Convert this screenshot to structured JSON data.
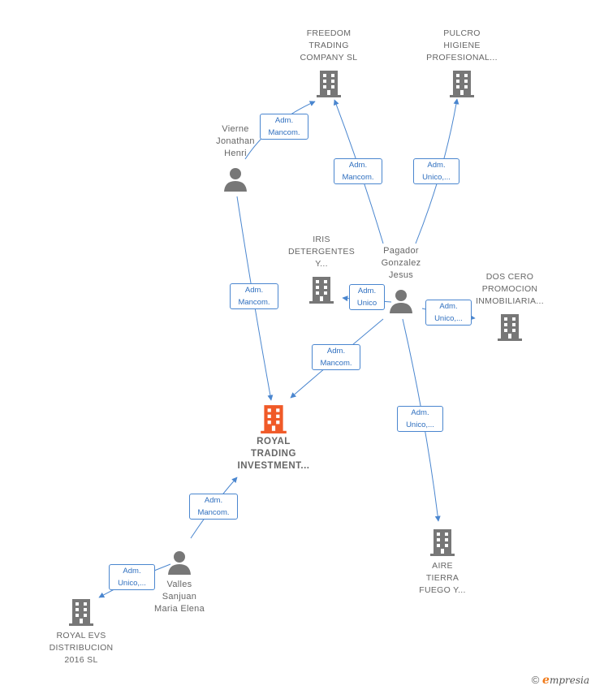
{
  "colors": {
    "company": "#777777",
    "main_company": "#f05a28",
    "person": "#777777",
    "edge": "#4a86cf",
    "label": "#666666"
  },
  "nodes": {
    "freedom": {
      "label": "FREEDOM\nTRADING\nCOMPANY  SL",
      "icon": "building-icon"
    },
    "pulcro": {
      "label": "PULCRO\nHIGIENE\nPROFESIONAL...",
      "icon": "building-icon"
    },
    "vierne": {
      "label": "Vierne\nJonathan\nHenri",
      "icon": "person-icon"
    },
    "iris": {
      "label": "IRIS\nDETERGENTES\nY...",
      "icon": "building-icon"
    },
    "pagador": {
      "label": "Pagador\nGonzalez\nJesus",
      "icon": "person-icon"
    },
    "doscero": {
      "label": "DOS CERO\nPROMOCION\nINMOBILIARIA...",
      "icon": "building-icon"
    },
    "royal": {
      "label": "ROYAL\nTRADING\nINVESTMENT...",
      "icon": "building-icon"
    },
    "aire": {
      "label": "AIRE\nTIERRA\nFUEGO Y...",
      "icon": "building-icon"
    },
    "valles": {
      "label": "Valles\nSanjuan\nMaria Elena",
      "icon": "person-icon"
    },
    "royalevs": {
      "label": "ROYAL EVS\nDISTRIBUCION\n2016  SL",
      "icon": "building-icon"
    }
  },
  "relations": {
    "vierne_freedom": "Adm.\nMancom.",
    "pagador_freedom": "Adm.\nMancom.",
    "pagador_pulcro": "Adm.\nUnico,...",
    "vierne_royal": "Adm.\nMancom.",
    "pagador_iris": "Adm.\nUnico",
    "pagador_doscero": "Adm.\nUnico,...",
    "pagador_royal": "Adm.\nMancom.",
    "pagador_aire": "Adm.\nUnico,...",
    "valles_royal": "Adm.\nMancom.",
    "valles_royalevs": "Adm.\nUnico,..."
  },
  "footer": {
    "copyright": "©",
    "brand_initial": "e",
    "brand_rest": "mpresia"
  }
}
